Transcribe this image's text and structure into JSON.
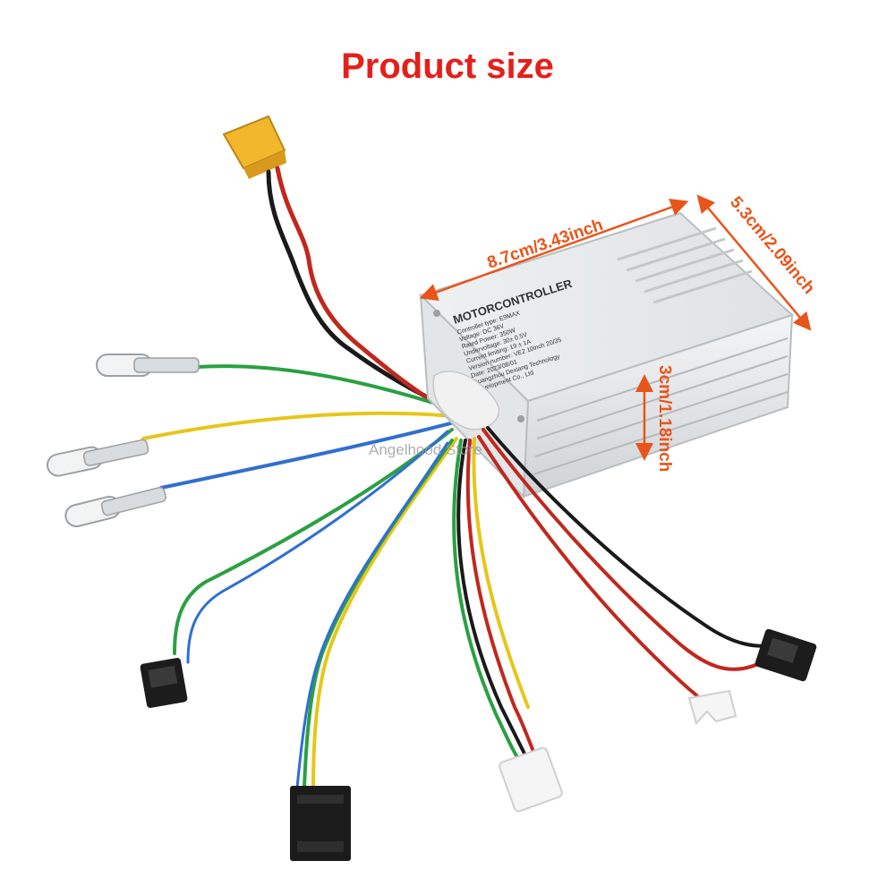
{
  "title": "Product size",
  "dimensions": {
    "length": "8.7cm/3.43inch",
    "width": "5.3cm/2.09inch",
    "height": "3cm/1.18inch"
  },
  "label": {
    "heading": "MOTORCONTROLLER",
    "lines": [
      "Controller type: E9MAX",
      "Voltage: DC 36V",
      "Rated Power: 350W",
      "Undervoltage: 30± 0.5V",
      "Current limiting: 19 ± 1A",
      "Version number: VE2 10inch 20/35",
      "Date: 2023/08/01",
      "Guangzhou Dexiang Technology",
      "Development Co., Ltd"
    ]
  },
  "watermark": "Angelhood Store",
  "colors": {
    "title": "#e3201b",
    "arrow": "#e8551a",
    "wire_red": "#c0281e",
    "wire_black": "#1a1a1a",
    "wire_green": "#2aa043",
    "wire_yellow": "#e6c619",
    "wire_blue": "#2f6fd0",
    "connector_xt60": "#f2b72a"
  }
}
